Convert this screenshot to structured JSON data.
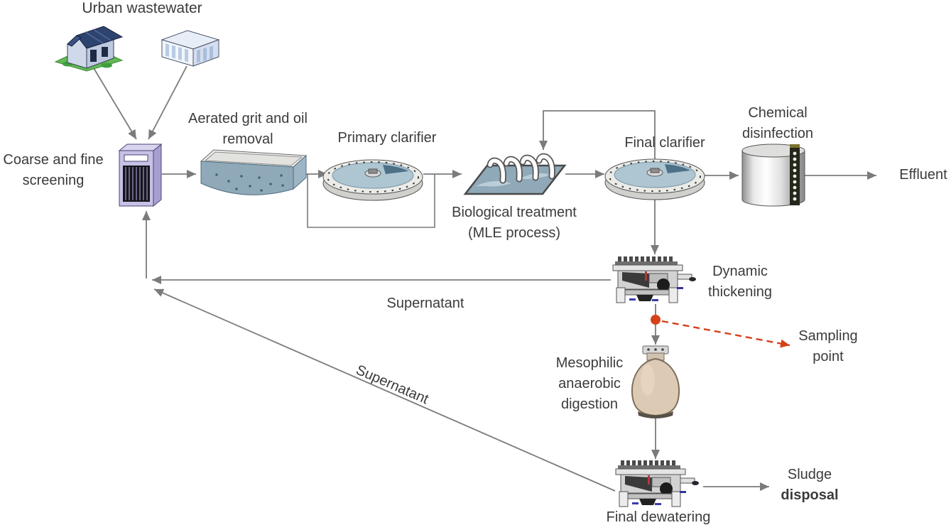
{
  "title": "Urban wastewater",
  "labels": {
    "screening": [
      "Coarse and fine",
      "screening"
    ],
    "grit_removal": [
      "Aerated grit and oil",
      "removal"
    ],
    "primary_clarifier": [
      "Primary clarifier"
    ],
    "biological_treatment": [
      "Biological treatment",
      "(MLE process)"
    ],
    "final_clarifier": [
      "Final clarifier"
    ],
    "chemical_disinfection": [
      "Chemical",
      "disinfection"
    ],
    "effluent": [
      "Effluent"
    ],
    "dynamic_thickening": [
      "Dynamic",
      "thickening"
    ],
    "supernatant_return_top": [
      "Supernatant"
    ],
    "supernatant_return_diagonal": [
      "Supernatant"
    ],
    "sampling_point": [
      "Sampling",
      "point"
    ],
    "anaerobic_digestion": [
      "Mesophilic",
      "anaerobic",
      "digestion"
    ],
    "final_dewatering": [
      "Final dewatering"
    ],
    "sludge_disposal": [
      "Sludge",
      "disposal"
    ]
  },
  "icons": {
    "source_house": "house-icon",
    "source_building": "office-building-icon",
    "screening": "bar-screen-icon",
    "grit_removal": "aerated-basin-icon",
    "primary_clarifier": "circular-clarifier-icon",
    "biological_treatment": "aeration-tank-icon",
    "final_clarifier": "circular-clarifier-icon",
    "chemical_disinfection": "cylinder-tank-icon",
    "dynamic_thickening": "belt-press-icon",
    "anaerobic_digestion": "digester-egg-icon",
    "final_dewatering": "belt-press-icon",
    "sampling_marker": "sampling-dot-icon"
  },
  "colors": {
    "line": "#7b7b7b",
    "text": "#3b3b3b",
    "sampling": "#d6401a",
    "water": "#8fa9b8",
    "water_light": "#aec5d2",
    "screening_lavender": "#c6c1e6",
    "digester_tan": "#dccab4",
    "machine_gray": "#d2d2d2",
    "grass_green": "#63b956",
    "roof_blue": "#2e4470"
  }
}
